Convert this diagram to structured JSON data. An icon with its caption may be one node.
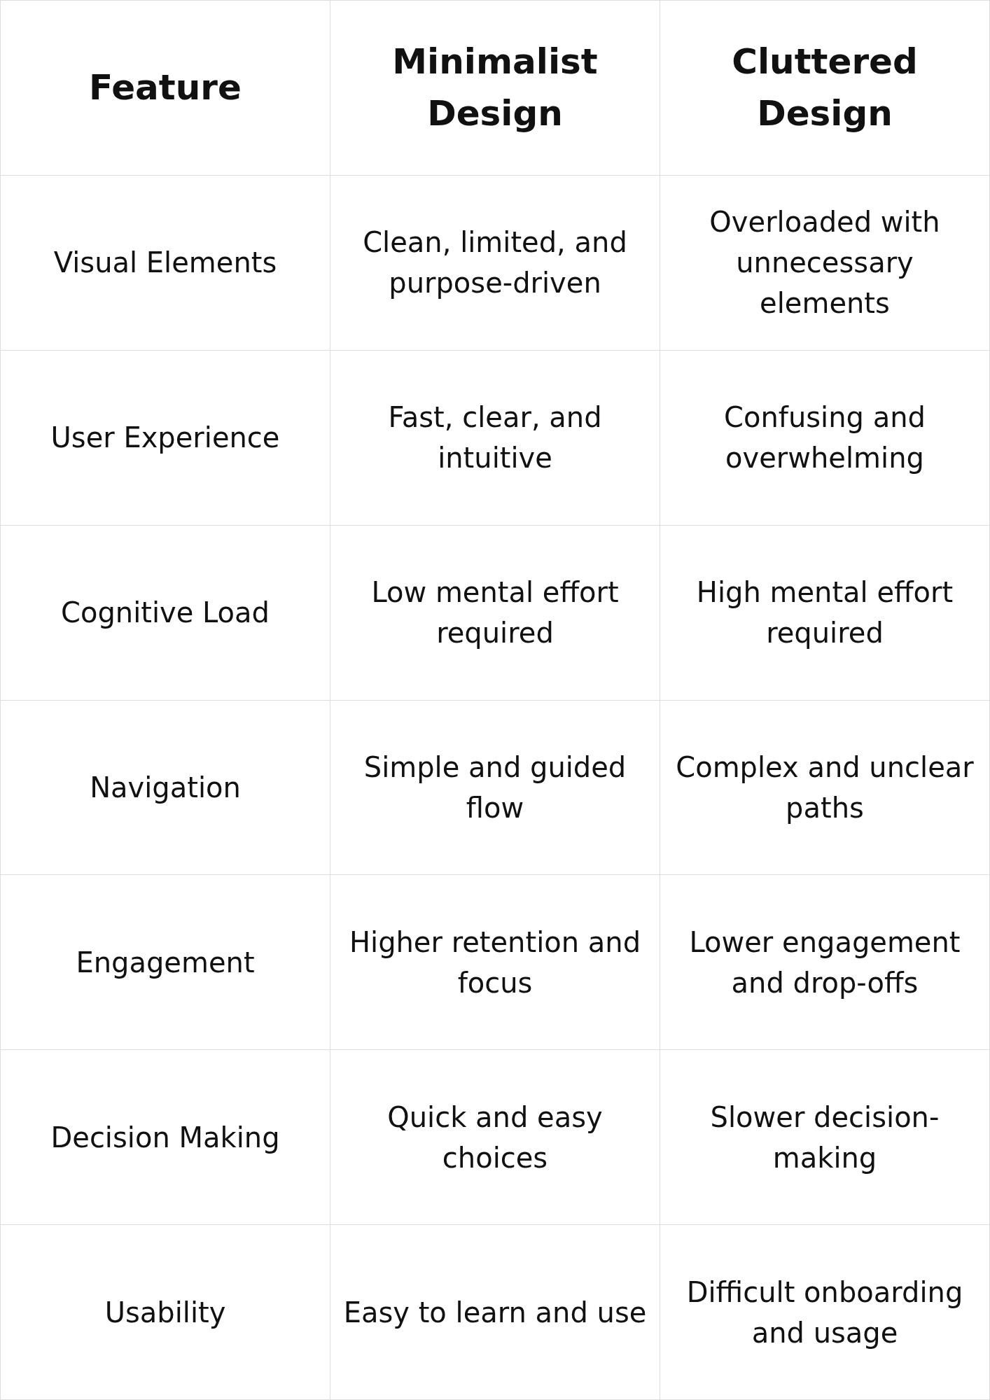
{
  "diagram": {
    "labels": [
      "Feature",
      "Minimalist Design",
      "Cluttered Design",
      "Visual Elements",
      "Clean, limited, and purpose-driven",
      "Overloaded with unnecessary elements",
      "User Experience",
      "Fast, clear, and intuitive",
      "Confusing and overwhelming",
      "Cognitive Load",
      "Low mental effort required",
      "High mental effort required",
      "Navigation",
      "Simple and guided flow",
      "Complex and unclear paths",
      "Engagement",
      "Higher retention and focus",
      "Lower engagement and drop-offs",
      "Decision Making",
      "Quick and easy choices",
      "Slower decision-making",
      "Usability",
      "Easy to learn and use",
      "Difficult onboarding and usage"
    ]
  }
}
